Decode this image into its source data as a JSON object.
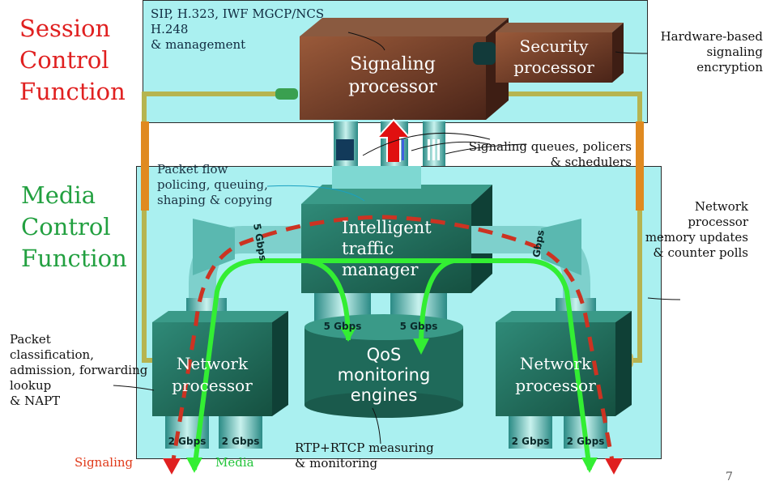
{
  "left_labels": {
    "session": [
      "Session",
      "Control",
      "Function"
    ],
    "media": [
      "Media",
      "Control",
      "Function"
    ]
  },
  "top_box_text": [
    "SIP, H.323, IWF MGCP/NCS",
    "H.248",
    "&  management"
  ],
  "boxes": {
    "signaling": [
      "Signaling",
      "processor"
    ],
    "security": [
      "Security",
      "processor"
    ],
    "traffic": [
      "Intelligent",
      "traffic",
      "manager"
    ],
    "qos": [
      "QoS",
      "monitoring",
      "engines"
    ],
    "netproc_left": [
      "Network",
      "processor"
    ],
    "netproc_right": [
      "Network",
      "processor"
    ]
  },
  "annotations": {
    "hw_encryption": [
      "Hardware-based",
      "signaling",
      "encryption"
    ],
    "queues": [
      "Signaling queues, policers",
      "& schedulers"
    ],
    "packet_flow": [
      "Packet flow",
      "policing, queuing,",
      "shaping & copying"
    ],
    "network_processor": [
      "Network",
      "processor",
      "memory updates",
      "& counter polls"
    ],
    "classification": [
      "Packet",
      "classification,",
      "admission, forwarding",
      "lookup",
      "& NAPT"
    ],
    "rtp": [
      "RTP+RTCP measuring",
      "& monitoring"
    ]
  },
  "port_labels": {
    "qos_ports": [
      "5 Gbps",
      "5 Gbps"
    ],
    "left_ports": [
      "2 Gbps",
      "2 Gbps"
    ],
    "right_ports": [
      "2 Gbps",
      "2 Gbps"
    ],
    "pipe_left": "5 Gbps",
    "pipe_right": "Gbps"
  },
  "legend": {
    "signaling": "Signaling",
    "media": "Media"
  },
  "page_number": "7",
  "colors": {
    "session_label": "#e02020",
    "media_label": "#22a040",
    "signaling_legend": "#e03a1a",
    "media_legend": "#22c43a",
    "panel": "#aaf0f0",
    "teal_box": "#1f6a5a",
    "brown_box": "#6a3a2a",
    "media_flow": "#33ee33",
    "signaling_flow": "#cc3322"
  }
}
